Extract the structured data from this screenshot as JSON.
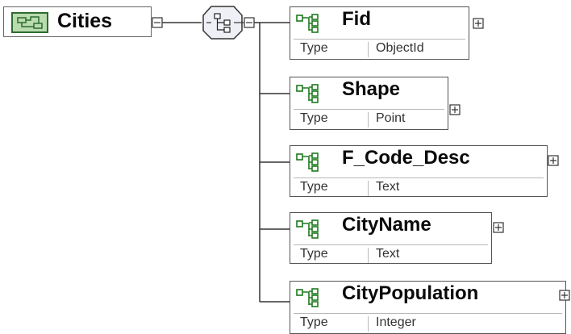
{
  "root": {
    "label": "Cities",
    "icon": "complex-type-icon"
  },
  "sequence": {
    "icon": "sequence-compositor-icon"
  },
  "elements": [
    {
      "name": "Fid",
      "prop_key": "Type",
      "prop_value": "ObjectId"
    },
    {
      "name": "Shape",
      "prop_key": "Type",
      "prop_value": "Point"
    },
    {
      "name": "F_Code_Desc",
      "prop_key": "Type",
      "prop_value": "Text"
    },
    {
      "name": "CityName",
      "prop_key": "Type",
      "prop_value": "Text"
    },
    {
      "name": "CityPopulation",
      "prop_key": "Type",
      "prop_value": "Integer"
    }
  ],
  "colors": {
    "root_icon_fill": "#b9dcae",
    "element_icon": "#1e7a1e",
    "border": "#555555"
  }
}
